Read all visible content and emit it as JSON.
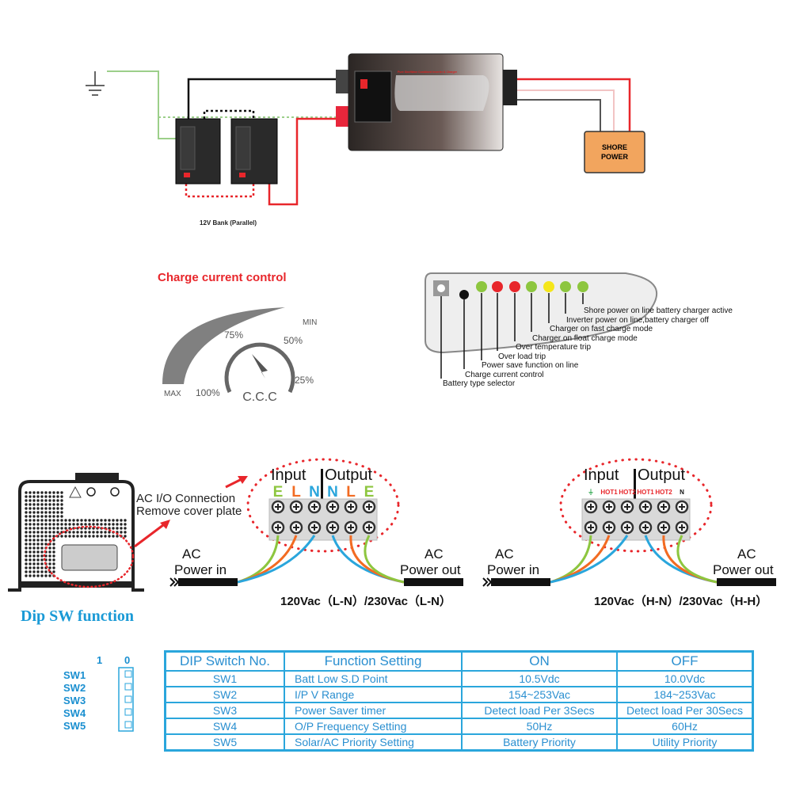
{
  "top_diagram": {
    "battery_bank_label": "12V Bank (Parallel)",
    "shore_power_label": [
      "SHORE",
      "POWER"
    ],
    "inverter_brand_text": "Pure SineWave Combined Inverter & Charger",
    "colors": {
      "shore_power_box": "#f2a55e",
      "positive_wire": "#e8262b",
      "ground_wire": "#9ccf8a",
      "negative_wire": "#111111"
    }
  },
  "charge_control": {
    "title": "Charge current control",
    "labels": {
      "max": "MAX",
      "min": "MIN",
      "p100": "100%",
      "p75": "75%",
      "p50": "50%",
      "p25": "25%",
      "ccc": "C.C.C"
    },
    "title_color": "#e8262b"
  },
  "led_panel": {
    "leds": [
      "#8dc63f",
      "#e8262b",
      "#e8262b",
      "#8dc63f",
      "#f5e61a",
      "#8dc63f",
      "#8dc63f"
    ],
    "labels": [
      "Shore power on line battery charger active",
      "Inverter power on line,battery charger off",
      "Charger on fast charge mode",
      "Charger on float charge mode",
      "Over temperature trip",
      "Over load trip",
      "Power save function on line",
      "Charge  current  control",
      "Battery type selector"
    ]
  },
  "ac_io": {
    "callout": [
      "AC  I/O Connection",
      "Remove cover plate"
    ],
    "dip_title": "Dip SW function",
    "left_block": {
      "input": "Input",
      "output": "Output",
      "terminals": [
        "E",
        "L",
        "N",
        "N",
        "L",
        "E"
      ],
      "power_in": [
        "AC",
        "Power in"
      ],
      "power_out": [
        "AC",
        "Power out"
      ],
      "voltage": "120Vac（L-N）/230Vac（L-N）"
    },
    "right_block": {
      "input": "Input",
      "output": "Output",
      "terminals": [
        "⏚",
        "HOT1",
        "HOT2",
        "HOT1",
        "HOT2",
        "N"
      ],
      "power_in": [
        "AC",
        "Power in"
      ],
      "power_out": [
        "AC",
        "Power out"
      ],
      "voltage": "120Vac（H-N）/230Vac（H-H）"
    }
  },
  "dip_switch": {
    "col_labels": [
      "1",
      "0"
    ],
    "rows": [
      "SW1",
      "SW2",
      "SW3",
      "SW4",
      "SW5"
    ]
  },
  "table": {
    "headers": [
      "DIP Switch No.",
      "Function Setting",
      "ON",
      "OFF"
    ],
    "rows": [
      [
        "SW1",
        "Batt Low S.D Point",
        "10.5Vdc",
        "10.0Vdc"
      ],
      [
        "SW2",
        "I/P V Range",
        "154~253Vac",
        "184~253Vac"
      ],
      [
        "SW3",
        "Power Saver timer",
        "Detect load Per 3Secs",
        "Detect load Per 30Secs"
      ],
      [
        "SW4",
        "O/P Frequency Setting",
        "50Hz",
        "60Hz"
      ],
      [
        "SW5",
        "Solar/AC Priority Setting",
        "Battery Priority",
        "Utility Priority"
      ]
    ],
    "color": "#2aa6dc"
  }
}
